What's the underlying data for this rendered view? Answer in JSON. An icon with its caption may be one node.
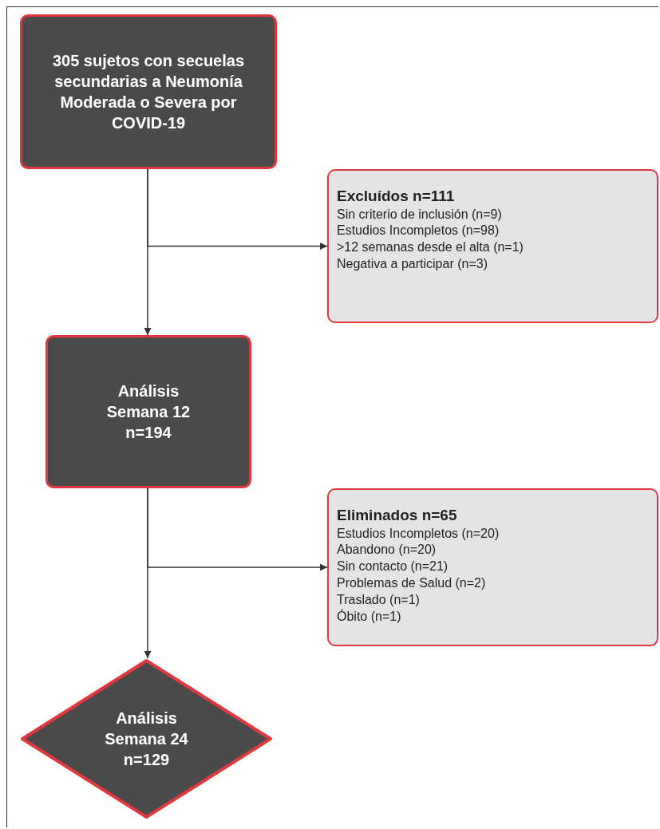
{
  "diagram": {
    "nodes": [
      {
        "text": [
          "305 sujetos con secuelas secundarias a Neumonía Moderada o Severa por COVID-19"
        ]
      },
      {
        "text": [
          "Excluídos n=111",
          "Sin criterio de inclusión (n=9)",
          "Estudios Incompletos (n=98)",
          ">12 semanas desde el alta (n=1)",
          "Negativa a participar (n=3)"
        ]
      },
      {
        "text": [
          "Análisis Semana 12 n=194"
        ]
      },
      {
        "text": [
          "Eliminados n=65",
          "Estudios Incompletos (n=20)",
          "Abandono (n=20)",
          "Sin contacto (n=21)",
          "Problemas de Salud (n=2)",
          "Traslado (n=1)",
          "Óbito (n=1)"
        ]
      },
      {
        "text": [
          "Análisis Semana 24 n=129"
        ]
      }
    ],
    "edges": [
      {
        "from": 0,
        "to": 2,
        "arrow": "to"
      },
      {
        "from": 0,
        "to": 1,
        "arrow": "to"
      },
      {
        "from": 2,
        "to": 4,
        "arrow": "to"
      },
      {
        "from": 2,
        "to": 3,
        "arrow": "to"
      }
    ]
  }
}
